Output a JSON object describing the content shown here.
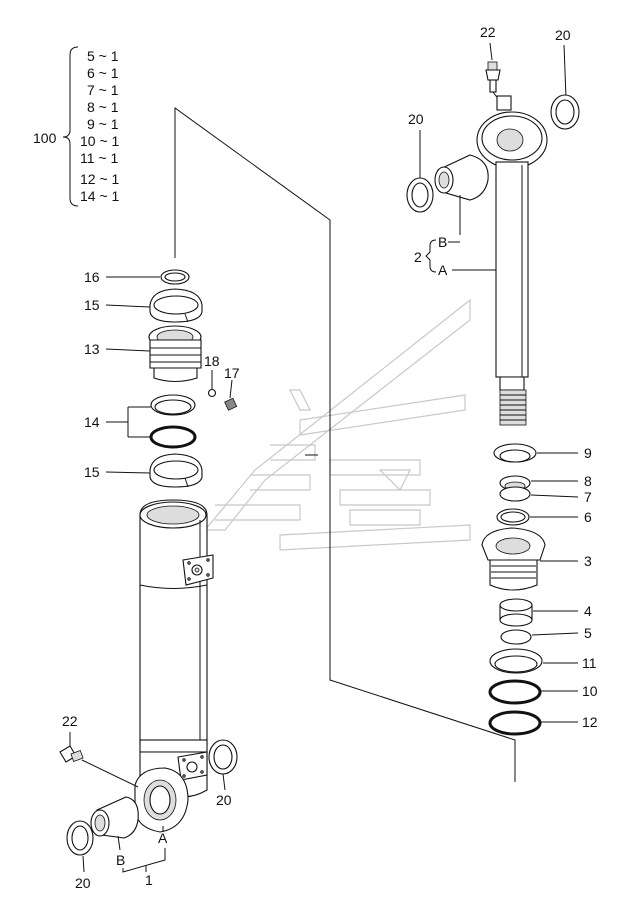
{
  "kit": {
    "number": "100",
    "entries": [
      "5 ~ 1",
      "6 ~ 1",
      "7 ~ 1",
      "8 ~ 1",
      "9 ~ 1",
      "10 ~ 1",
      "11 ~ 1",
      "12 ~ 1",
      "14 ~ 1"
    ]
  },
  "labels": {
    "p22_top": "22",
    "p20_top_right": "20",
    "p20_top_left": "20",
    "p2": "2",
    "p2_B": "B",
    "p2_A": "A",
    "p9": "9",
    "p8": "8",
    "p7": "7",
    "p6": "6",
    "p3": "3",
    "p4": "4",
    "p5": "5",
    "p11": "11",
    "p10": "10",
    "p12": "12",
    "p16": "16",
    "p15_top": "15",
    "p13": "13",
    "p18": "18",
    "p17": "17",
    "p14": "14",
    "p15_bottom": "15",
    "p22_bottom": "22",
    "p20_right": "20",
    "p20_bottom": "20",
    "p1": "1",
    "p1_A": "A",
    "p1_B": "B"
  }
}
